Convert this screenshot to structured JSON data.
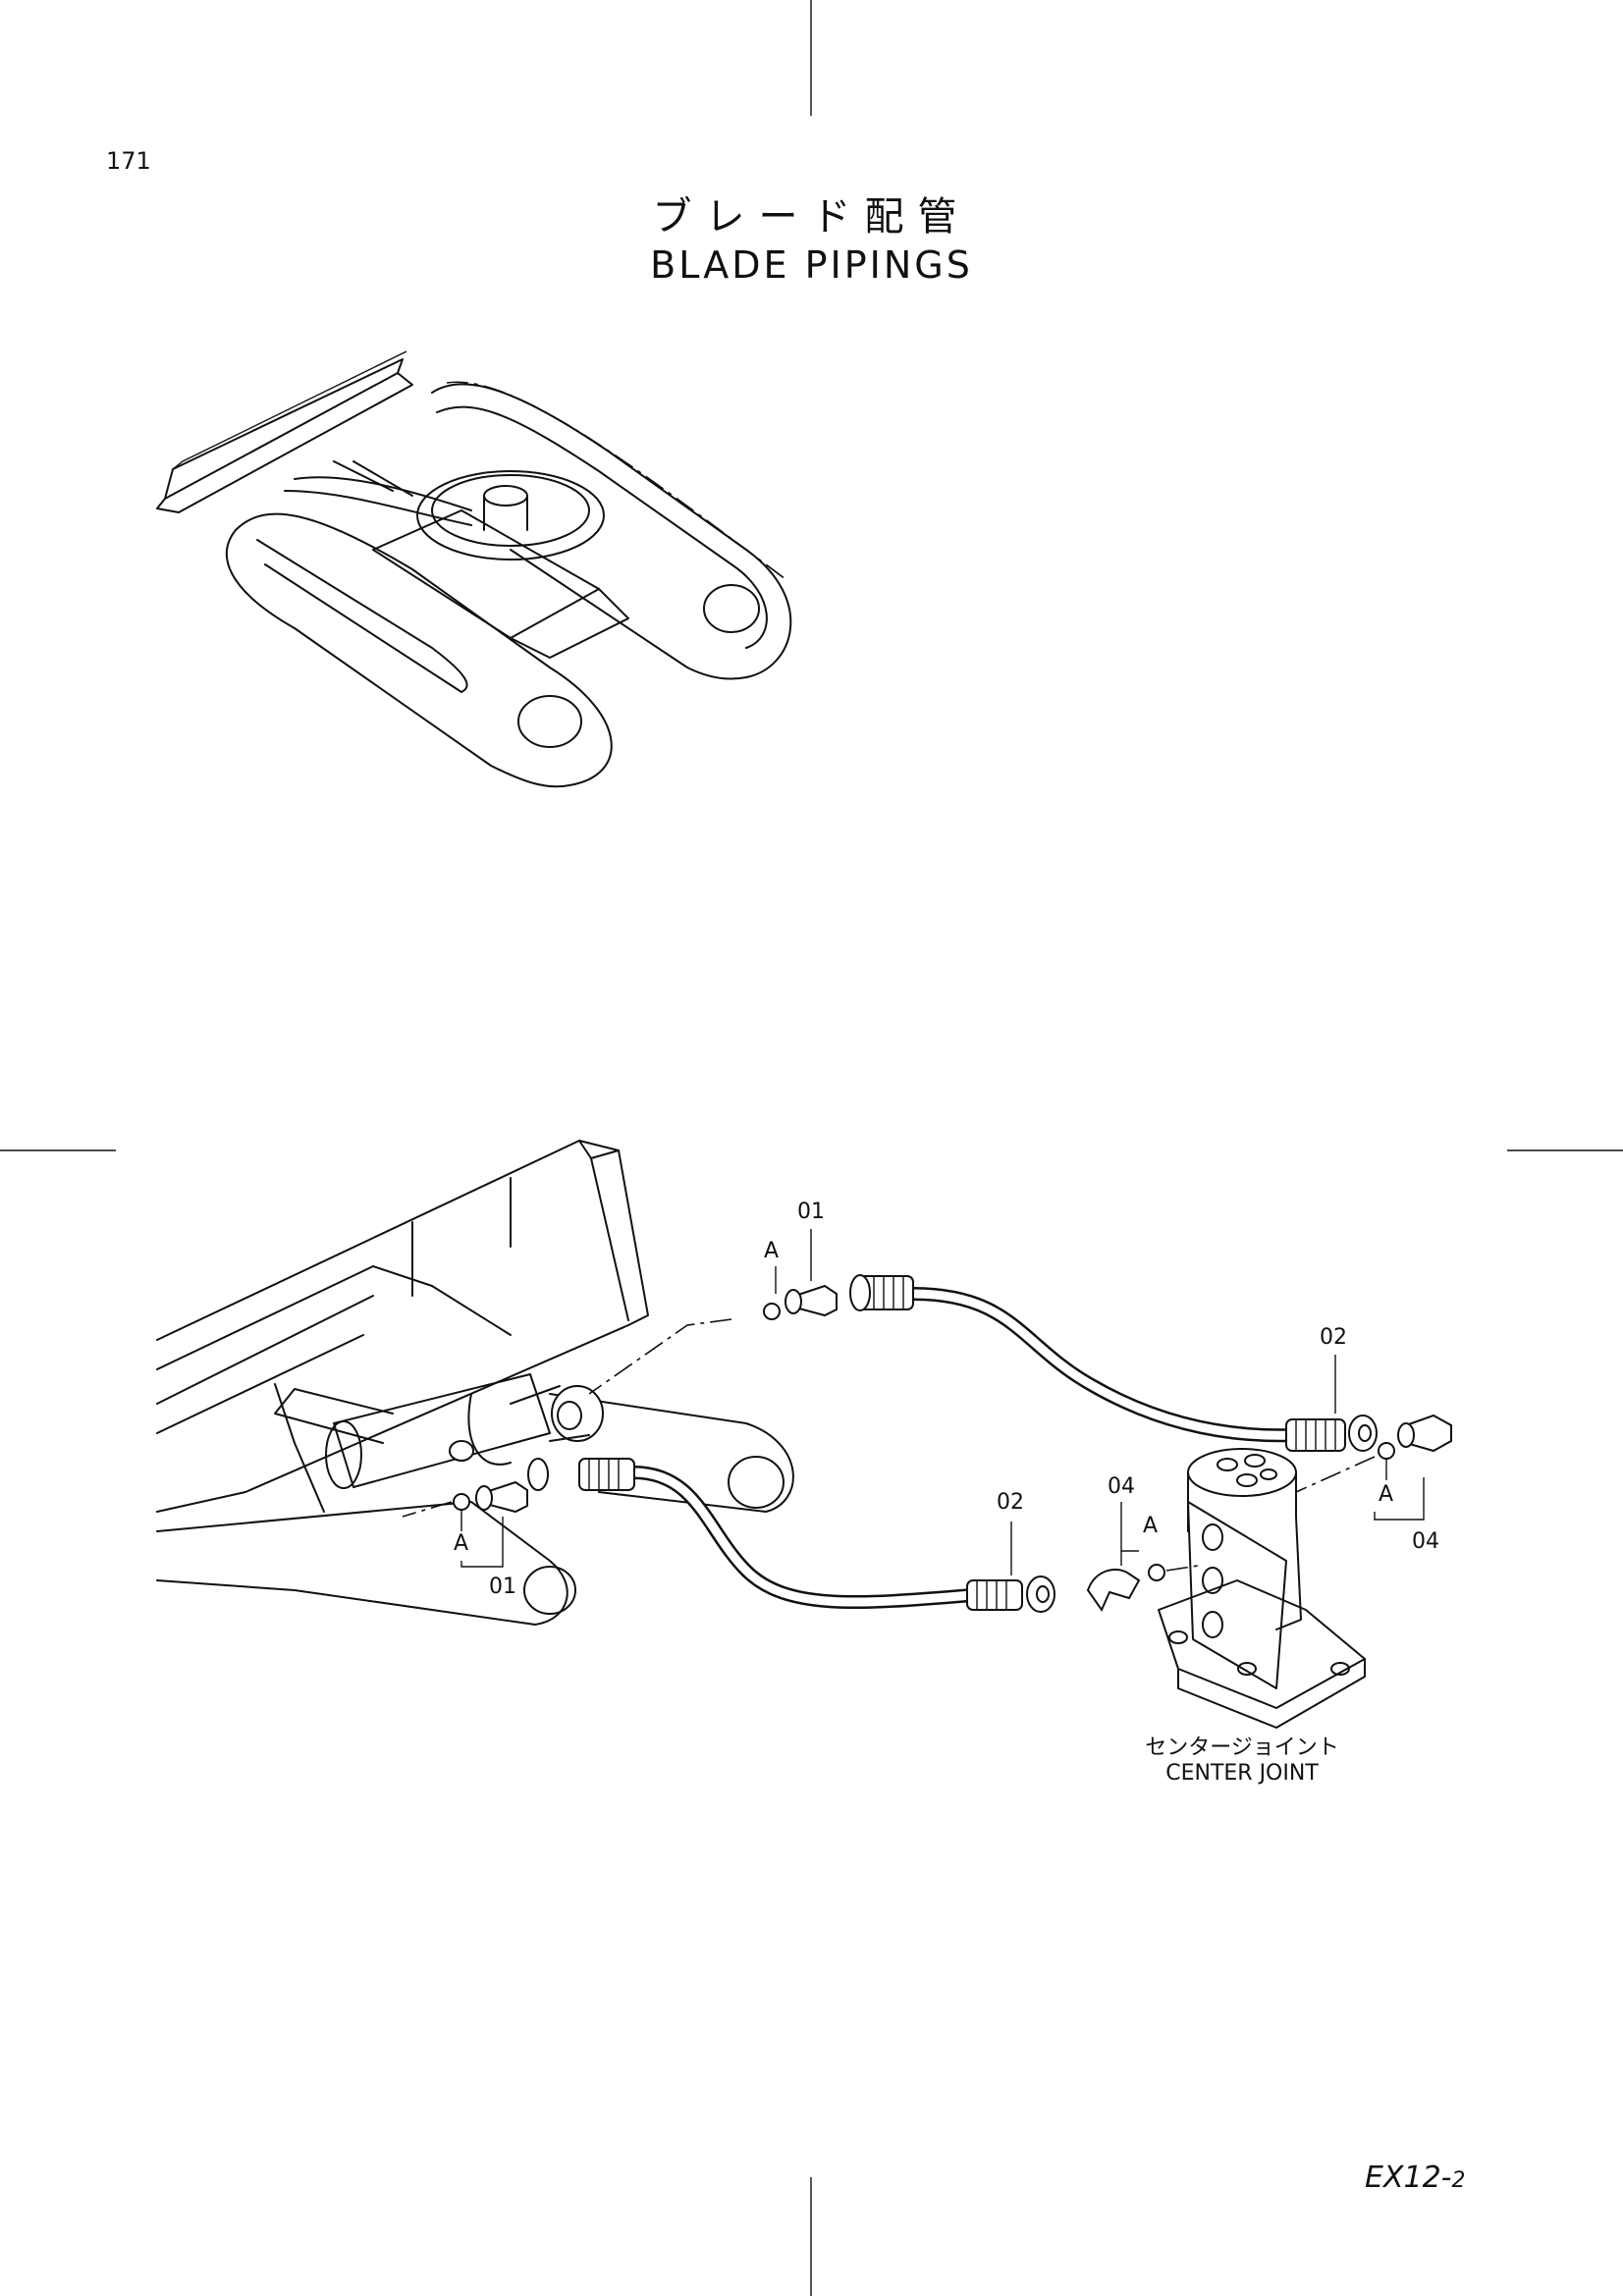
{
  "header": {
    "page_number": "171",
    "title_jp": "ブレード配管",
    "title_en": "BLADE PIPINGS"
  },
  "callouts": {
    "part_01": "01",
    "part_02": "02",
    "part_04": "04",
    "ref_a": "A"
  },
  "center_joint": {
    "label_jp": "センタージョイント",
    "label_en": "CENTER JOINT"
  },
  "footer": {
    "model_code": "EX12-",
    "revision": "2"
  }
}
